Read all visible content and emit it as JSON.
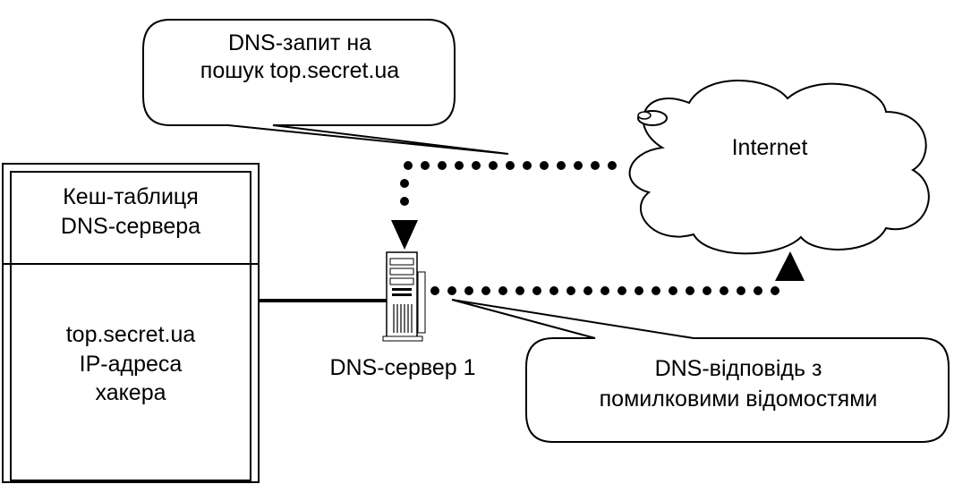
{
  "colors": {
    "stroke": "#000000",
    "background": "#ffffff"
  },
  "query_callout": {
    "line1": "DNS-запит на",
    "line2": "пошук top.secret.ua"
  },
  "internet": {
    "label": "Internet",
    "icon": "cloud-icon"
  },
  "cache_table": {
    "header_line1": "Кеш-таблиця",
    "header_line2": "DNS-сервера",
    "entry_line1": "top.secret.ua",
    "entry_line2": "IP-адреса",
    "entry_line3": "хакера"
  },
  "dns_server": {
    "label": "DNS-сервер 1",
    "icon": "server-tower-icon"
  },
  "response_callout": {
    "line1": "DNS-відповідь з",
    "line2": "помилковими відомостями"
  }
}
